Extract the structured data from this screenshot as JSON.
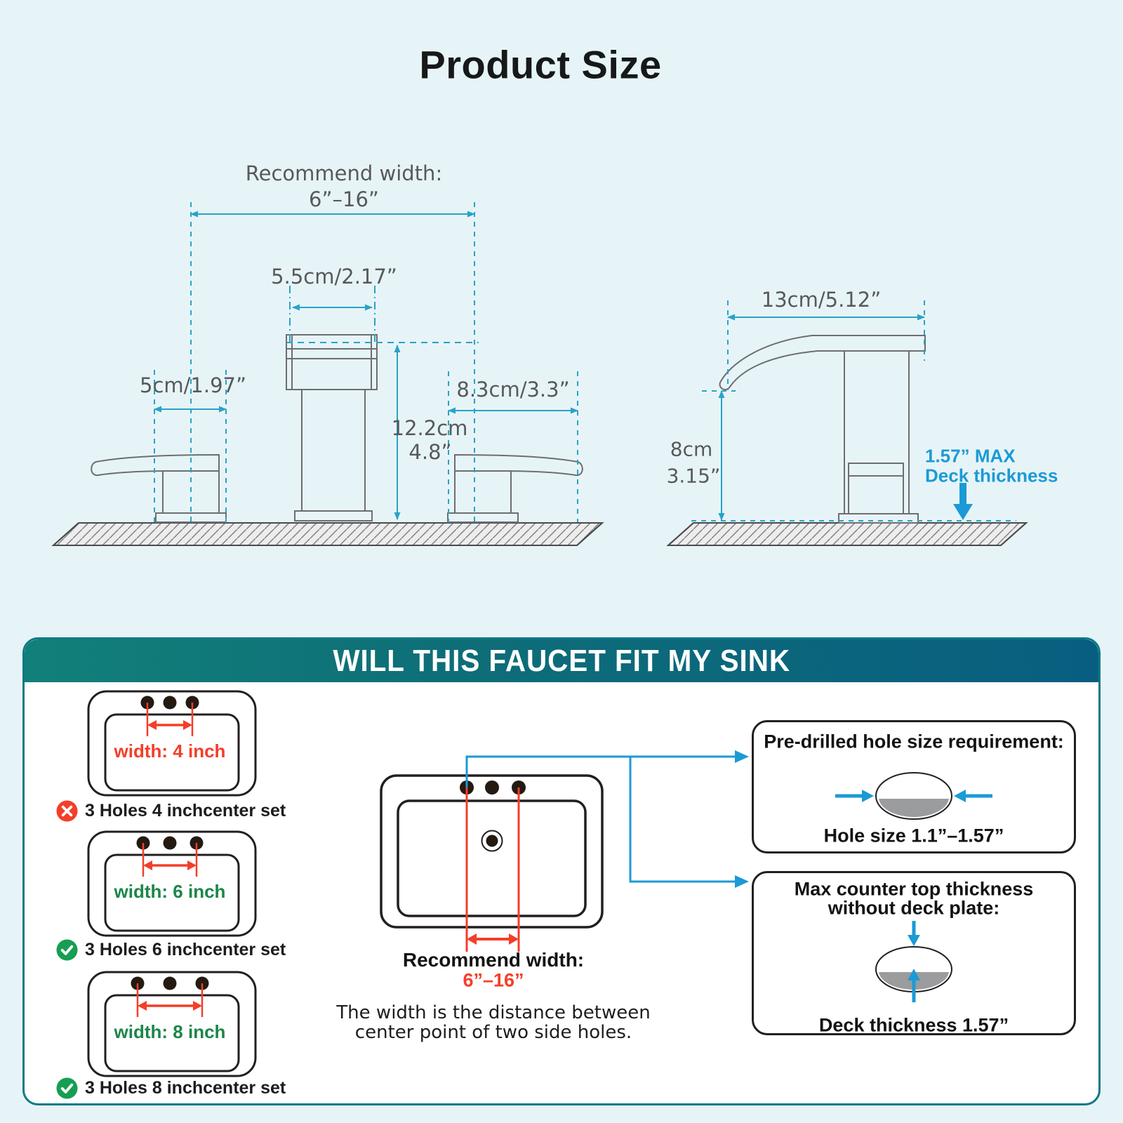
{
  "title": "Product Size",
  "colors": {
    "background": "#e7f4f7",
    "dimension_teal": "#29a3c7",
    "drawing_gray": "#6d6e71",
    "label_gray": "#58595b",
    "accent_blue": "#1b9ad6",
    "accent_red": "#f43e29",
    "accent_green_text": "#1b8649",
    "accent_green_badge": "#179e52",
    "header_gradient_left": "#12807a",
    "header_gradient_right": "#085e80"
  },
  "front_view": {
    "recommend_label": "Recommend width:",
    "recommend_value": "6”–16”",
    "spout_width": "5.5cm/2.17”",
    "handle_width": "5cm/1.97”",
    "spout_reach": "8.3cm/3.3”",
    "height_cm": "12.2cm",
    "height_in": "4.8”"
  },
  "side_view": {
    "length": "13cm/5.12”",
    "height_cm": "8cm",
    "height_in": "3.15”",
    "deck_line1": "1.57” MAX",
    "deck_line2": "Deck thickness"
  },
  "fit_section": {
    "header": "WILL THIS FAUCET FIT MY SINK",
    "options": [
      {
        "width_label": "width: 4 inch",
        "caption": "3 Holes 4 inchcenter set",
        "fit": false
      },
      {
        "width_label": "width: 6 inch",
        "caption": "3 Holes 6 inchcenter set",
        "fit": true
      },
      {
        "width_label": "width: 8 inch",
        "caption": "3 Holes 8 inchcenter set",
        "fit": true
      }
    ],
    "center_sink": {
      "recommend_label": "Recommend width:",
      "recommend_value": "6”–16”",
      "note_line1": "The width is the distance between",
      "note_line2": "center point of two side holes."
    },
    "hole_box": {
      "title": "Pre-drilled hole size requirement:",
      "value": "Hole size 1.1”–1.57”"
    },
    "deck_box": {
      "title_line1": "Max counter top thickness",
      "title_line2": "without deck plate:",
      "value": "Deck thickness 1.57”"
    }
  }
}
